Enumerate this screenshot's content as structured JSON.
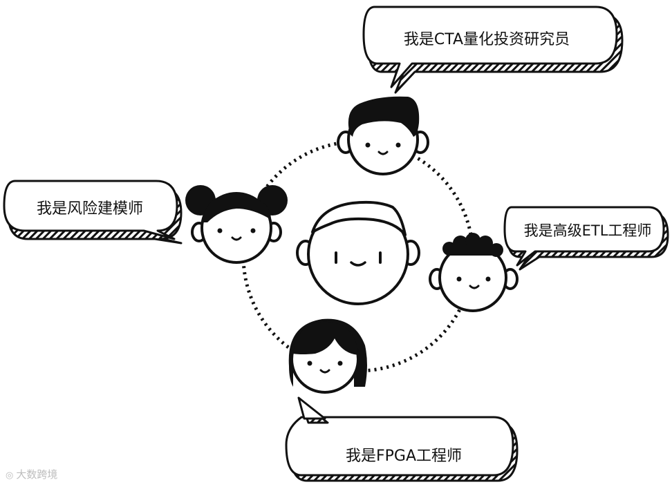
{
  "bubbles": {
    "cta_researcher": "我是CTA量化投资研究员",
    "risk_modeler": "我是风险建模师",
    "etl_engineer": "我是高级ETL工程师",
    "fpga_engineer": "我是FPGA工程师"
  },
  "watermark": {
    "icon": "circle-logo-icon",
    "text": "大数跨境"
  },
  "colors": {
    "ink": "#111111",
    "background": "#ffffff",
    "watermark": "#bdbdbd"
  }
}
